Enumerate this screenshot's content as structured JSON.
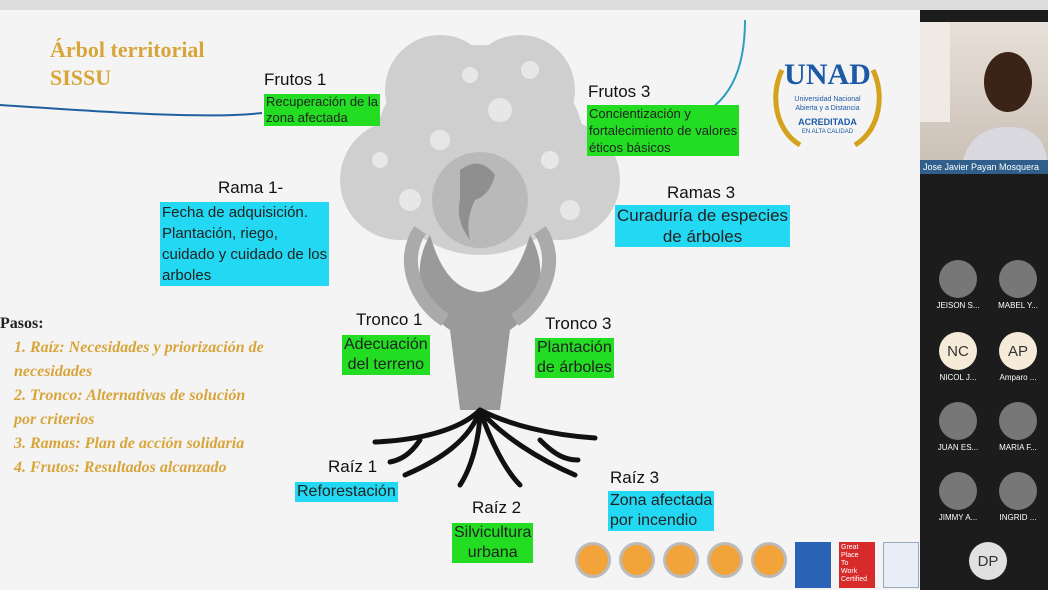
{
  "slide": {
    "title_line1": "Árbol territorial",
    "title_line2": "SISSU",
    "frutos1_label": "Frutos 1",
    "frutos1_text_l1": "Recuperación de la",
    "frutos1_text_l2": "zona afectada",
    "frutos3_label": "Frutos 3",
    "frutos3_text_l1": "Concientización y",
    "frutos3_text_l2": "fortalecimiento de valores",
    "frutos3_text_l3": "éticos básicos",
    "rama1_label": "Rama 1-",
    "rama1_l1": "Fecha de adquisición.",
    "rama1_l2": "Plantación, riego,",
    "rama1_l3": "cuidado y cuidado de los",
    "rama1_l4": "arboles",
    "ramas3_label": "Ramas 3",
    "ramas3_l1": "Curaduría de especies",
    "ramas3_l2": "de árboles",
    "tronco1_label": "Tronco 1",
    "tronco1_l1": "Adecuación",
    "tronco1_l2": "del terreno",
    "tronco3_label": "Tronco 3",
    "tronco3_l1": "Plantación",
    "tronco3_l2": "de árboles",
    "raiz1_label": "Raíz 1",
    "raiz1_text": "Reforestación",
    "raiz2_label": "Raíz 2",
    "raiz2_l1": "Silvicultura",
    "raiz2_l2": "urbana",
    "raiz3_label": "Raíz 3",
    "raiz3_l1": "Zona afectada",
    "raiz3_l2": "por incendio",
    "pasos_head": "Pasos:",
    "pasos_1a": "1. Raíz: Necesidades y priorización de",
    "pasos_1b": "necesidades",
    "pasos_2a": "2. Tronco: Alternativas de solución",
    "pasos_2b": "por criterios",
    "pasos_3": "3. Ramas: Plan de acción solidaria",
    "pasos_4": "4. Frutos: Resultados alcanzado"
  },
  "logo": {
    "brand": "UNAD",
    "line1": "Universidad Nacional",
    "line2": "Abierta y a Distancia",
    "acred1": "ACREDITADA",
    "acred2": "EN ALTA CALIDAD"
  },
  "badges": {
    "gp1": "Great",
    "gp2": "Place",
    "gp3": "To",
    "gp4": "Work",
    "gp5": "Certified"
  },
  "participants": {
    "speaker": "Jose Javier Payan Mosquera",
    "tiles": [
      {
        "name": "JEISON S...",
        "initials": ""
      },
      {
        "name": "MABEL Y...",
        "initials": ""
      },
      {
        "name": "NICOL J...",
        "initials": "NC"
      },
      {
        "name": "Amparo ...",
        "initials": "AP"
      },
      {
        "name": "JUAN ES...",
        "initials": ""
      },
      {
        "name": "MARIA F...",
        "initials": ""
      },
      {
        "name": "JIMMY A...",
        "initials": ""
      },
      {
        "name": "INGRID ...",
        "initials": ""
      },
      {
        "name": "",
        "initials": "DP"
      }
    ]
  },
  "colors": {
    "title": "#d8a53a",
    "green_highlight": "#22dd22",
    "cyan_highlight": "#22d8f2"
  }
}
